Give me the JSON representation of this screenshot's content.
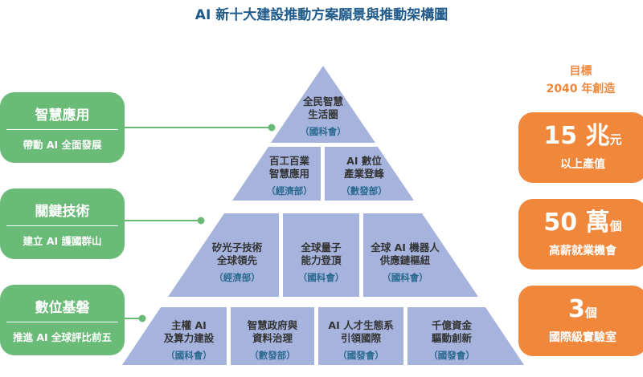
{
  "title": "AI 新十大建設推動方案願景與推動架構圖",
  "pillars": [
    {
      "heading": "智慧應用",
      "sub": "帶動 AI 全面發展"
    },
    {
      "heading": "關鍵技術",
      "sub": "建立 AI 護國群山"
    },
    {
      "heading": "數位基磐",
      "sub": "推進 AI 全球評比前五"
    }
  ],
  "pyramid": {
    "tier1": [
      {
        "l1": "全民智慧",
        "l2": "生活圈",
        "dept": "（國科會）"
      }
    ],
    "tier2": [
      {
        "l1": "百工百業",
        "l2": "智慧應用",
        "dept": "（經濟部）"
      },
      {
        "l1": "AI 數位",
        "l2": "產業登峰",
        "dept": "（數發部）"
      }
    ],
    "tier3": [
      {
        "l1": "矽光子技術",
        "l2": "全球領先",
        "dept": "（經濟部）"
      },
      {
        "l1": "全球量子",
        "l2": "能力登頂",
        "dept": "（國科會）"
      },
      {
        "l1": "全球 AI 機器人",
        "l2": "供應鏈樞紐",
        "dept": "（國科會）"
      }
    ],
    "tier4": [
      {
        "l1": "主權 AI",
        "l2": "及算力建設",
        "dept": "（國科會）"
      },
      {
        "l1": "智慧政府與",
        "l2": "資料治理",
        "dept": "（數發部）"
      },
      {
        "l1": "AI 人才生態系",
        "l2": "引領國際",
        "dept": "（國發會）"
      },
      {
        "l1": "千億資金",
        "l2": "驅動創新",
        "dept": "（國發會）"
      }
    ]
  },
  "goals": {
    "heading1": "目標",
    "heading2": "2040 年創造",
    "items": [
      {
        "number": "15 兆",
        "unit": "元",
        "desc": "以上產值"
      },
      {
        "number": "50 萬",
        "unit": "個",
        "desc": "高薪就業機會"
      },
      {
        "number": "3",
        "unit": "個",
        "desc": "國際級實驗室"
      }
    ]
  },
  "colors": {
    "pyramid": "#a6b4dd",
    "green": "#6abb77",
    "orange": "#f0873a",
    "title": "#1f5a8a"
  }
}
